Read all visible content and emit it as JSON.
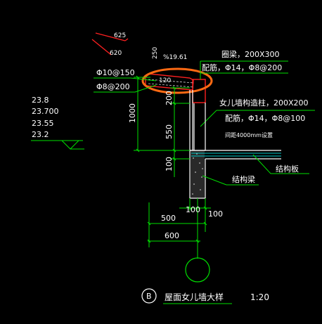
{
  "title": {
    "circle_letter": "B",
    "name": "屋面女儿墙大样",
    "scale": "1:20"
  },
  "coping": {
    "top_width": "625",
    "bottom_width": "620",
    "height": "250",
    "slope": "%19.61"
  },
  "rebar_left": {
    "top": "Φ10@150",
    "bottom": "Φ8@200"
  },
  "ring_beam": {
    "spec": "圈梁，200X300",
    "reinforcement": "配筋，Φ14，Φ8@200"
  },
  "column": {
    "spec": "女儿墙构造柱，200X200",
    "reinforcement": "配筋，Φ14，Φ8@100",
    "spacing_note": "间距4000mm设置"
  },
  "slab_label": "结构板",
  "beam_label": "结构梁",
  "vertical_dims": {
    "overall": "1000",
    "upper": "200",
    "middle": "550",
    "lower": "100"
  },
  "elevations": [
    "23.8",
    "23.700",
    "23.55",
    "23.2"
  ],
  "horizontal_dims": {
    "left_100": "100",
    "right_100": "100",
    "d500": "500",
    "d600": "600"
  },
  "ceiling_label": "120",
  "colors": {
    "green": "#00e000",
    "white": "#ffffff",
    "red": "#ff2020",
    "orange": "#ff6a13",
    "cyan": "#00c8c8",
    "gray": "#9a9a9a"
  },
  "icons": [
    "section-circle-icon",
    "elevation-marker-icon"
  ]
}
